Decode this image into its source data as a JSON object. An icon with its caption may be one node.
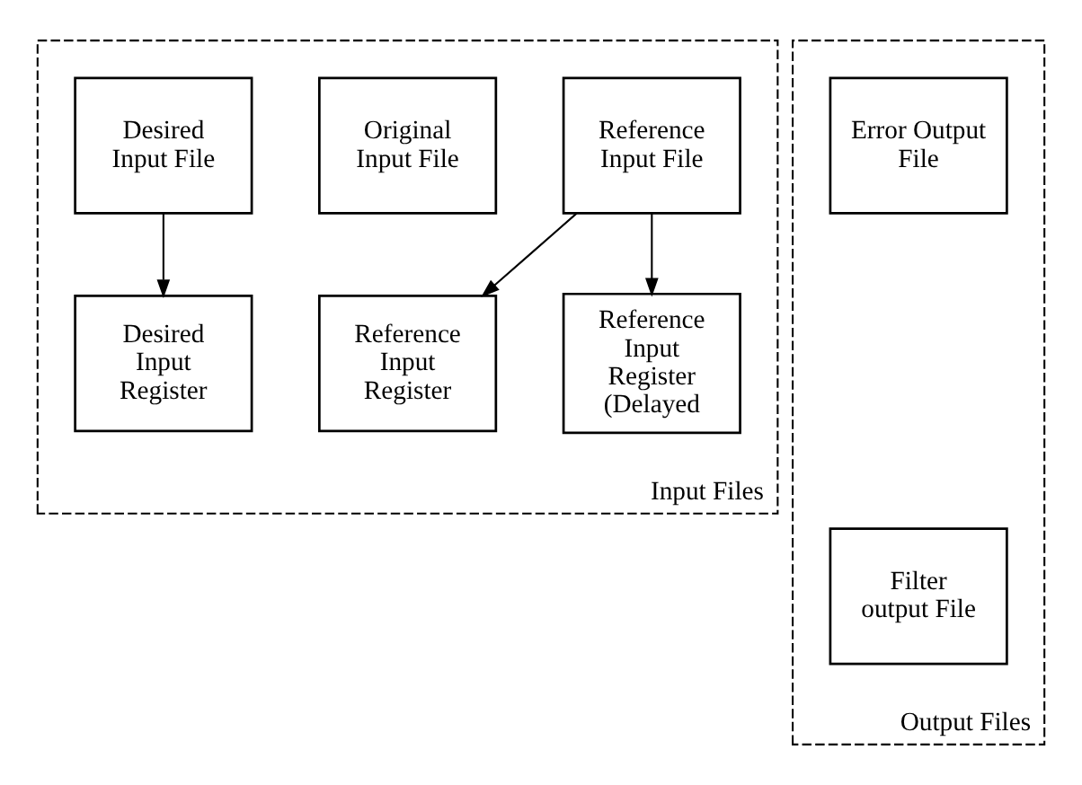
{
  "diagram": {
    "nodes": [
      {
        "text": [
          "Input Files"
        ]
      },
      {
        "text": [
          "Reference Input File"
        ],
        "in": 0
      },
      {
        "text": [
          "Original Input File"
        ],
        "in": 0
      },
      {
        "text": [
          "Desired Input File"
        ],
        "in": 0
      },
      {
        "text": [
          "Reference Input Register"
        ],
        "in": 0
      },
      {
        "text": [
          "Reference Input Register (Delayed"
        ],
        "in": 0
      },
      {
        "text": [
          "Desired Input Register"
        ],
        "in": 0
      },
      {
        "text": [
          "Output Files"
        ]
      },
      {
        "text": [
          "Filter output File"
        ],
        "in": 7
      },
      {
        "text": [
          "Error Output File"
        ],
        "in": 7
      }
    ],
    "edges": [
      {
        "from": 1,
        "to": 4,
        "arrow": "to"
      },
      {
        "from": 1,
        "to": 5,
        "arrow": "to"
      },
      {
        "from": 3,
        "to": 6,
        "arrow": "to"
      }
    ]
  }
}
